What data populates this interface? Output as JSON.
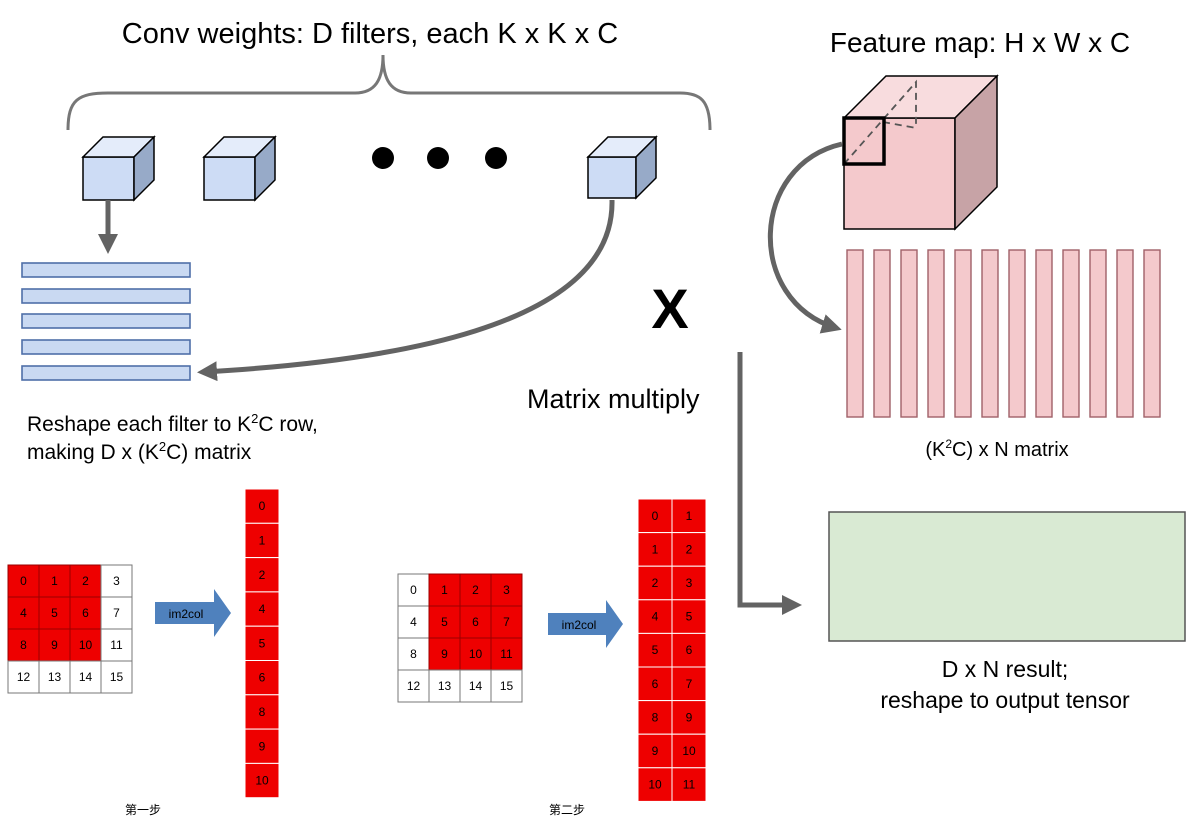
{
  "labels": {
    "conv_weights": "Conv weights: D filters, each K x K x C",
    "feature_map": "Feature map: H x W x C",
    "multiply_symbol": "X",
    "matrix_multiply": "Matrix multiply",
    "reshape_line1_a": "Reshape each filter to K",
    "reshape_sup": "2",
    "reshape_line1_b": "C row,",
    "reshape_line2_a": "making D x (K",
    "reshape_line2_b": "C) matrix",
    "k2c_a": "(K",
    "k2c_sup": "2",
    "k2c_b": "C) x N matrix",
    "result_line1": "D x N result;",
    "result_line2": "reshape to output tensor"
  },
  "im2col_example": {
    "arrow_label": "im2col",
    "step1": {
      "grid": [
        [
          "0",
          "1",
          "2",
          "3"
        ],
        [
          "4",
          "5",
          "6",
          "7"
        ],
        [
          "8",
          "9",
          "10",
          "11"
        ],
        [
          "12",
          "13",
          "14",
          "15"
        ]
      ],
      "highlighted": [
        "0",
        "1",
        "2",
        "4",
        "5",
        "6",
        "8",
        "9",
        "10"
      ],
      "column": [
        "0",
        "1",
        "2",
        "4",
        "5",
        "6",
        "8",
        "9",
        "10"
      ],
      "caption": "第一步"
    },
    "step2": {
      "grid": [
        [
          "0",
          "1",
          "2",
          "3"
        ],
        [
          "4",
          "5",
          "6",
          "7"
        ],
        [
          "8",
          "9",
          "10",
          "11"
        ],
        [
          "12",
          "13",
          "14",
          "15"
        ]
      ],
      "highlighted": [
        "1",
        "2",
        "3",
        "5",
        "6",
        "7",
        "9",
        "10",
        "11"
      ],
      "col_a": [
        "0",
        "1",
        "2",
        "4",
        "5",
        "6",
        "8",
        "9",
        "10"
      ],
      "col_b": [
        "1",
        "2",
        "3",
        "5",
        "6",
        "7",
        "9",
        "10",
        "11"
      ],
      "caption": "第二步"
    }
  },
  "colors": {
    "filter_blue": "#c9d9f2",
    "feature_pink": "#f4c9cc",
    "result_green": "#d9ead3",
    "highlight_red": "#ee0000",
    "arrow_gray": "#636363",
    "im2col_arrow": "#4f81bd"
  }
}
